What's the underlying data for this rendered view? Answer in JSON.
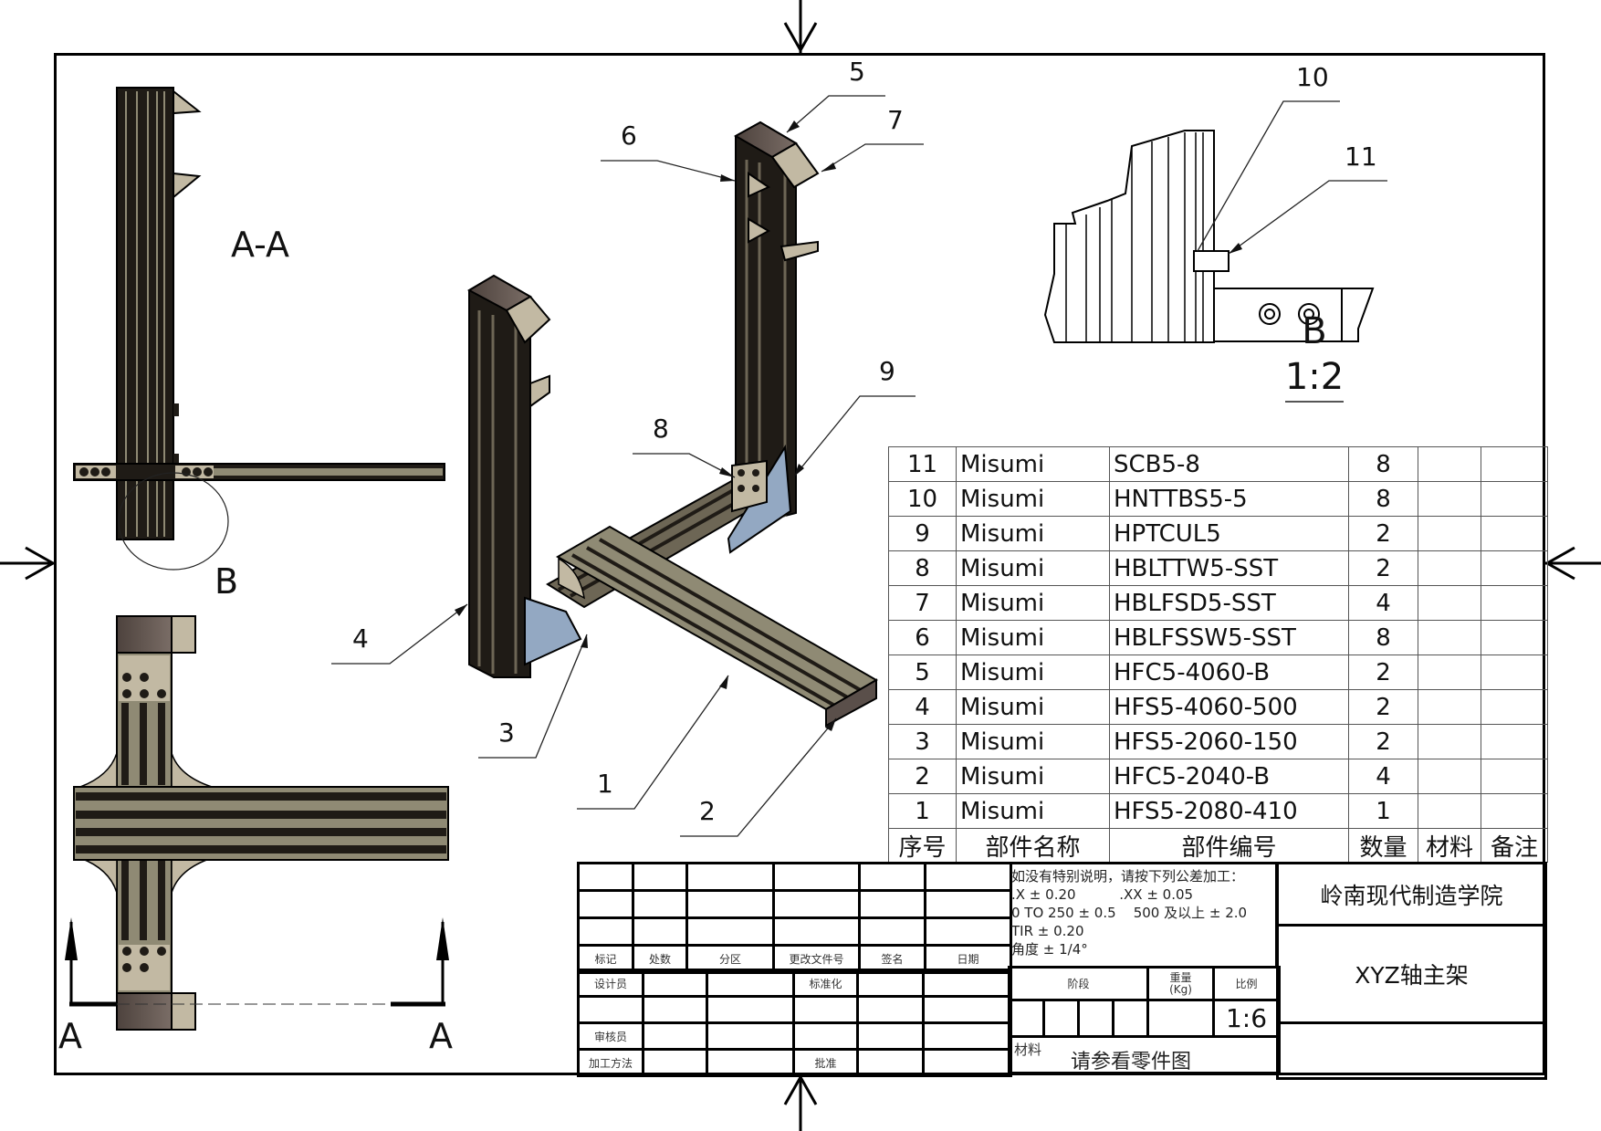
{
  "drawing": {
    "title": "XYZ轴主架",
    "organization": "岭南现代制造学院",
    "scale": "1:6",
    "material_label": "材料",
    "material_value": "请参看零件图"
  },
  "views": {
    "section_label": "A-A",
    "section_arrow_left": "A",
    "section_arrow_right": "A",
    "detail_callout": "B",
    "detail_label": "B",
    "detail_scale": "1:2"
  },
  "balloons": [
    "1",
    "2",
    "3",
    "4",
    "5",
    "6",
    "7",
    "8",
    "9",
    "10",
    "11"
  ],
  "bom": {
    "headers": [
      "序号",
      "部件名称",
      "部件编号",
      "数量",
      "材料",
      "备注"
    ],
    "rows": [
      {
        "no": "11",
        "name": "Misumi",
        "part": "SCB5-8",
        "qty": "8",
        "material": "",
        "note": ""
      },
      {
        "no": "10",
        "name": "Misumi",
        "part": "HNTTBS5-5",
        "qty": "8",
        "material": "",
        "note": ""
      },
      {
        "no": "9",
        "name": "Misumi",
        "part": "HPTCUL5",
        "qty": "2",
        "material": "",
        "note": ""
      },
      {
        "no": "8",
        "name": "Misumi",
        "part": "HBLTTW5-SST",
        "qty": "2",
        "material": "",
        "note": ""
      },
      {
        "no": "7",
        "name": "Misumi",
        "part": "HBLFSD5-SST",
        "qty": "4",
        "material": "",
        "note": ""
      },
      {
        "no": "6",
        "name": "Misumi",
        "part": "HBLFSSW5-SST",
        "qty": "8",
        "material": "",
        "note": ""
      },
      {
        "no": "5",
        "name": "Misumi",
        "part": "HFC5-4060-B",
        "qty": "2",
        "material": "",
        "note": ""
      },
      {
        "no": "4",
        "name": "Misumi",
        "part": "HFS5-4060-500",
        "qty": "2",
        "material": "",
        "note": ""
      },
      {
        "no": "3",
        "name": "Misumi",
        "part": "HFS5-2060-150",
        "qty": "2",
        "material": "",
        "note": ""
      },
      {
        "no": "2",
        "name": "Misumi",
        "part": "HFC5-2040-B",
        "qty": "4",
        "material": "",
        "note": ""
      },
      {
        "no": "1",
        "name": "Misumi",
        "part": "HFS5-2080-410",
        "qty": "1",
        "material": "",
        "note": ""
      }
    ]
  },
  "title_block": {
    "revision_headers": [
      "标记",
      "处数",
      "分区",
      "更改文件号",
      "签名",
      "日期"
    ],
    "approval_labels": {
      "designer": "设计员",
      "standard": "标准化",
      "checker": "审核员",
      "process": "加工方法",
      "approve": "批准"
    },
    "stage_label": "阶段",
    "weight_label": "重量",
    "weight_unit": "(Kg)",
    "scale_label": "比例",
    "tolerance_notes": [
      "如没有特别说明，请按下列公差加工：",
      ".X ± 0.20          .XX ± 0.05",
      "0 TO 250 ± 0.5    500 及以上 ± 2.0",
      "TIR ± 0.20",
      "角度 ± 1/4°"
    ]
  },
  "colors": {
    "profile_dark": "#1f1b16",
    "profile_mid": "#6d6655",
    "profile_light": "#8f8a74",
    "bracket": "#c2b9a3",
    "gusset_plate": "#93a8c2",
    "cap": "#5a4f4a"
  }
}
